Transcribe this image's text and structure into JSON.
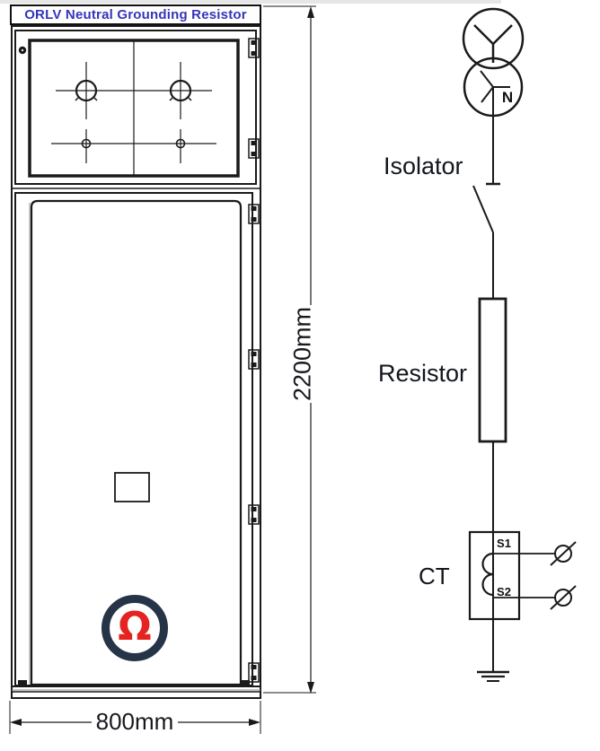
{
  "header": {
    "title": "ORLV Neutral Grounding Resistor"
  },
  "cabinet": {
    "logo_symbol": "Ω",
    "height_label": "2200mm",
    "width_label": "800mm"
  },
  "diagram": {
    "isolator_label": "Isolator",
    "resistor_label": "Resistor",
    "ct_label": "CT",
    "neutral_label": "N",
    "terminal_s1": "S1",
    "terminal_s2": "S2"
  },
  "colors": {
    "title_blue": "#3434bb",
    "logo_ring_navy": "#263447",
    "logo_omega_red": "#e52321",
    "line_black": "#1a1a1a"
  }
}
